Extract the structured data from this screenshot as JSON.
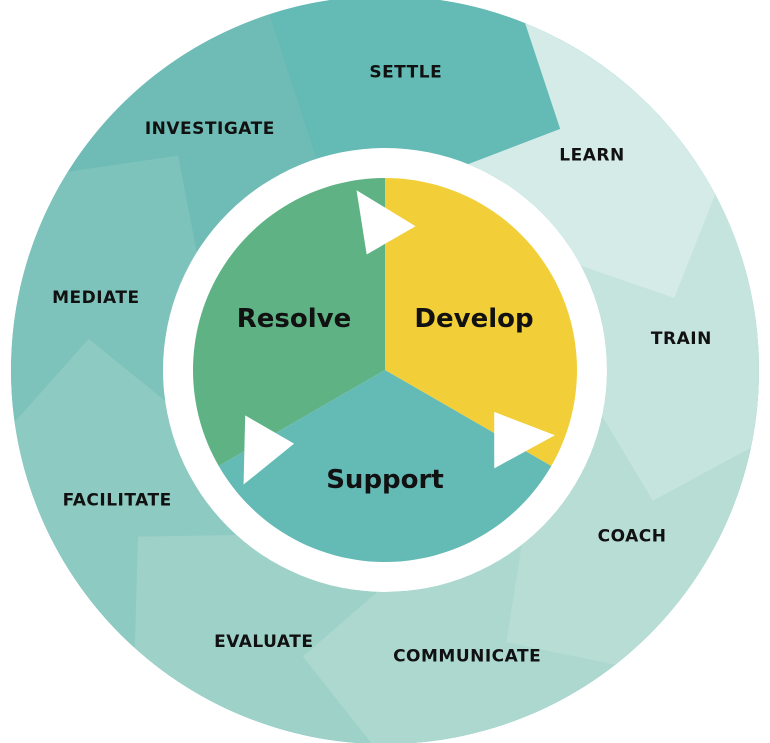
{
  "ring_steps": [
    {
      "label": "SETTLE",
      "color": "#64bab5"
    },
    {
      "label": "LEARN",
      "color": "#d4ebe7"
    },
    {
      "label": "TRAIN",
      "color": "#c6e4de"
    },
    {
      "label": "COACH",
      "color": "#b7ddd5"
    },
    {
      "label": "COMMUNICATE",
      "color": "#acd8cf"
    },
    {
      "label": "EVALUATE",
      "color": "#9ed1c7"
    },
    {
      "label": "FACILITATE",
      "color": "#8dcac1"
    },
    {
      "label": "MEDIATE",
      "color": "#7ec3bb"
    },
    {
      "label": "INVESTIGATE",
      "color": "#6fbcb6"
    }
  ],
  "core_segments": [
    {
      "label": "Resolve",
      "color": "#5eb283"
    },
    {
      "label": "Develop",
      "color": "#f2cf38"
    },
    {
      "label": "Support",
      "color": "#64bab5"
    }
  ]
}
